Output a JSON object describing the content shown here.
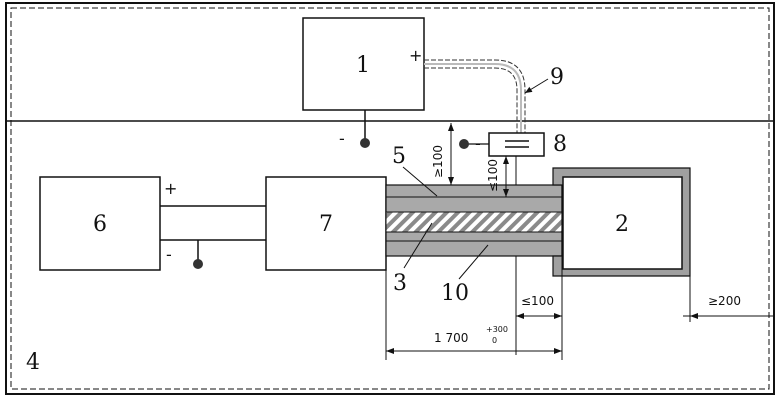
{
  "labels": {
    "n1": "1",
    "n2": "2",
    "n3": "3",
    "n4": "4",
    "n5": "5",
    "n6": "6",
    "n7": "7",
    "n8": "8",
    "n9": "9",
    "n10": "10"
  },
  "signs": {
    "src1_plus": "+",
    "src1_minus": "-",
    "src6_plus": "+",
    "src6_minus": "-",
    "sensor_minus": "-"
  },
  "dimensions": {
    "gap_top_left": "≥100",
    "gap_top_right": "≤100",
    "gap_bottom": "≤100",
    "gap_right": "≥200",
    "length_main": "1 700",
    "length_tol_upper": "+300",
    "length_tol_lower": "0"
  },
  "colors": {
    "outline": "#111111",
    "fill_pipe": "#a9a9a9",
    "fill_hatch": "#9a9a9a",
    "fill_shell": "#a0a0a0",
    "background": "#ffffff"
  }
}
